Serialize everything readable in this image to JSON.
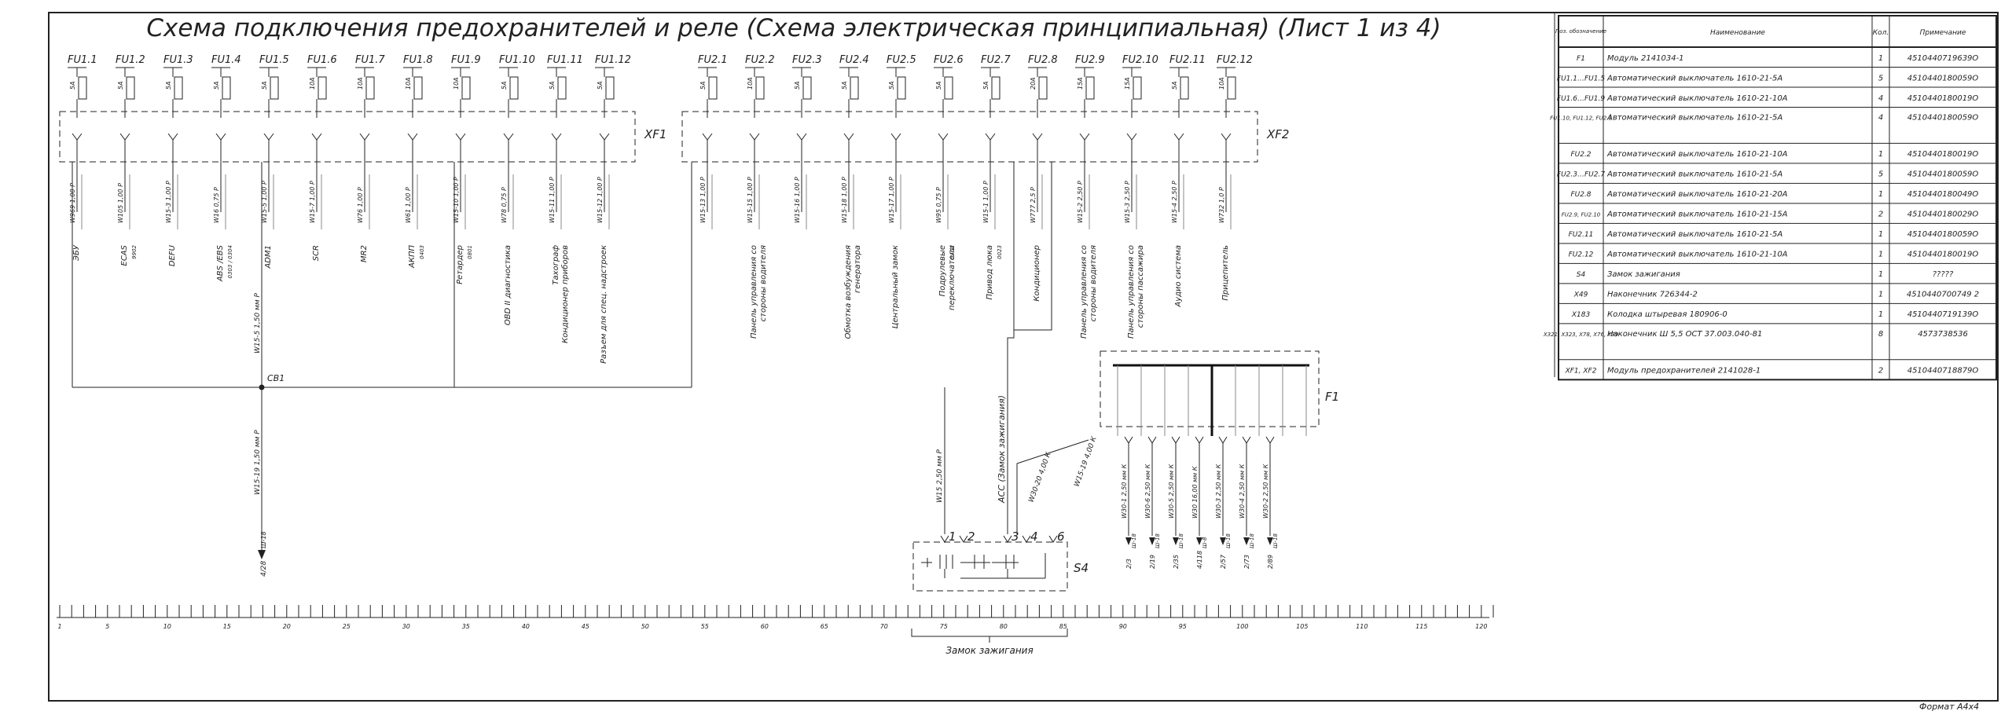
{
  "title": "Схема подключения предохранителей и реле (Схема электрическая принципиальная) (Лист 1 из 4)",
  "format_label": "Формат А4х4",
  "xf1_label": "XF1",
  "xf2_label": "XF2",
  "f1_label": "F1",
  "s4_label": "S4",
  "cb1_label": "CB1",
  "ignition_caption": "Замок зажигания",
  "acc_label": "ACC (Замок зажигания)",
  "xf1_fuses": [
    {
      "name": "FU1.1",
      "rating": "5А",
      "wire": "W969 1,00 Р",
      "load": "ЭБУ"
    },
    {
      "name": "FU1.2",
      "rating": "5А",
      "wire": "W105 1,00 Р",
      "load": "ECAS",
      "sub": "9902"
    },
    {
      "name": "FU1.3",
      "rating": "5А",
      "wire": "W15-3 1,00 Р",
      "load": "DEFU"
    },
    {
      "name": "FU1.4",
      "rating": "5А",
      "wire": "W16 0,75 Р",
      "load": "ABS /EBS",
      "sub": "0303 / 0304"
    },
    {
      "name": "FU1.5",
      "rating": "5А",
      "wire": "W15-5 1,00 Р",
      "load": "ADM1"
    },
    {
      "name": "FU1.6",
      "rating": "10А",
      "wire": "W15-7 1,00 Р",
      "load": "SCR"
    },
    {
      "name": "FU1.7",
      "rating": "10А",
      "wire": "W76 1,00 Р",
      "load": "MR2"
    },
    {
      "name": "FU1.8",
      "rating": "10А",
      "wire": "W61 1,00 Р",
      "load": "АКПП",
      "sub": "0403"
    },
    {
      "name": "FU1.9",
      "rating": "10А",
      "wire": "W15-10 1,00 Р",
      "load": "Ретардер",
      "sub": "0801"
    },
    {
      "name": "FU1.10",
      "rating": "5А",
      "wire": "W78 0,75 Р",
      "load": "OBD II диагностика"
    },
    {
      "name": "FU1.11",
      "rating": "5А",
      "wire": "W15-11 1,00 Р",
      "load": "Тахограф",
      "load2": "Кондиционер приборов"
    },
    {
      "name": "FU1.12",
      "rating": "5А",
      "wire": "W15-12 1,00 Р",
      "load": "Разъем для спец. надстроек"
    }
  ],
  "xf2_fuses": [
    {
      "name": "FU2.1",
      "rating": "5А",
      "wire": "W15-13 1,00 Р",
      "load": ""
    },
    {
      "name": "FU2.2",
      "rating": "10А",
      "wire": "W15-15 1,00 Р",
      "load": "Панель управления со",
      "load2": "стороны водителя"
    },
    {
      "name": "FU2.3",
      "rating": "5А",
      "wire": "W15-16 1,00 Р",
      "load": ""
    },
    {
      "name": "FU2.4",
      "rating": "5А",
      "wire": "W15-18 1,00 Р",
      "load": "Обмотка возбуждения",
      "load2": "генератора"
    },
    {
      "name": "FU2.5",
      "rating": "5А",
      "wire": "W15-17 1,00 Р",
      "load": "Центральный замок"
    },
    {
      "name": "FU2.6",
      "rating": "5А",
      "wire": "W95 0,75 Р",
      "load": "Подрулевые",
      "load2": "переключатели",
      "sub": "GA02"
    },
    {
      "name": "FU2.7",
      "rating": "5А",
      "wire": "W15-1 1,00 Р",
      "load": "Привод люка",
      "sub": "0023"
    },
    {
      "name": "FU2.8",
      "rating": "20А",
      "wire": "W777 2,5 Р",
      "load": "Кондиционер"
    },
    {
      "name": "FU2.9",
      "rating": "15А",
      "wire": "W15-2 2,50 Р",
      "load": "Панель управления со",
      "load2": "стороны водителя"
    },
    {
      "name": "FU2.10",
      "rating": "15А",
      "wire": "W15-3 2,50 Р",
      "load": "Панель управления со",
      "load2": "стороны пассажира"
    },
    {
      "name": "FU2.11",
      "rating": "5А",
      "wire": "W15-4 2,50 Р",
      "load": "Аудио система"
    },
    {
      "name": "FU2.12",
      "rating": "10А",
      "wire": "W732 1,0 Р",
      "load": "Прицепитель"
    }
  ],
  "misc_wires": {
    "left_drop": "W15-5 1,50 мм Р",
    "left_drop2": "W15-19 1,50 мм Р",
    "s4_feed": "W15 2,50 мм Р",
    "s4_acc": "W30-20 4,00 К",
    "f1_feed": "W15-19 4,00 К",
    "left_ref": "4/28",
    "left_ref_top": "Ш-18"
  },
  "f1_outputs": [
    {
      "wire": "W30-1 2,50 мм К",
      "ref": "2/3",
      "pin": "Ш-18"
    },
    {
      "wire": "W30-6 2,50 мм К",
      "ref": "2/19",
      "pin": "Ш-18"
    },
    {
      "wire": "W30-5 2,50 мм К",
      "ref": "2/35",
      "pin": "Ш-18"
    },
    {
      "wire": "W30 16,00 мм К",
      "ref": "4/118",
      "pin": "Ш-8"
    },
    {
      "wire": "W30-3 2,50 мм К",
      "ref": "2/57",
      "pin": "Ш-18"
    },
    {
      "wire": "W30-4 2,50 мм К",
      "ref": "2/73",
      "pin": "Ш-18"
    },
    {
      "wire": "W30-2 2,50 мм К",
      "ref": "2/89",
      "pin": "Ш-18"
    }
  ],
  "s4_pins": [
    "1",
    "2",
    "3",
    "4",
    "6"
  ],
  "ruler_labels": [
    "1",
    "5",
    "10",
    "15",
    "20",
    "25",
    "30",
    "35",
    "40",
    "45",
    "50",
    "55",
    "60",
    "65",
    "70",
    "75",
    "80",
    "85",
    "90",
    "95",
    "100",
    "105",
    "110",
    "115",
    "120"
  ],
  "table": {
    "headers": [
      "Поз. обозначение",
      "Наименование",
      "Кол.",
      "Примечание"
    ],
    "rows": [
      {
        "pos": "F1",
        "name": "Модуль 2141034-1",
        "qty": "1",
        "note": "4510440719639О"
      },
      {
        "pos": "FU1.1…FU1.5",
        "name": "Автоматический выключатель 1610-21-5А",
        "qty": "5",
        "note": "4510440180059О"
      },
      {
        "pos": "FU1.6…FU1.9",
        "name": "Автоматический выключатель 1610-21-10А",
        "qty": "4",
        "note": "4510440180019О"
      },
      {
        "pos": "FU1.10, FU1.12, FU2.1",
        "name": "Автоматический выключатель 1610-21-5А",
        "qty": "4",
        "note": "4510440180059О"
      },
      {
        "pos": "FU2.2",
        "name": "Автоматический выключатель 1610-21-10А",
        "qty": "1",
        "note": "4510440180019О"
      },
      {
        "pos": "FU2.3…FU2.7",
        "name": "Автоматический выключатель 1610-21-5А",
        "qty": "5",
        "note": "4510440180059О"
      },
      {
        "pos": "FU2.8",
        "name": "Автоматический выключатель 1610-21-20А",
        "qty": "1",
        "note": "4510440180049О"
      },
      {
        "pos": "FU2.9, FU2.10",
        "name": "Автоматический выключатель 1610-21-15А",
        "qty": "2",
        "note": "4510440180029О"
      },
      {
        "pos": "FU2.11",
        "name": "Автоматический выключатель 1610-21-5А",
        "qty": "1",
        "note": "4510440180059О"
      },
      {
        "pos": "FU2.12",
        "name": "Автоматический выключатель 1610-21-10А",
        "qty": "1",
        "note": "4510440180019О"
      },
      {
        "pos": "S4",
        "name": "Замок зажигания",
        "qty": "1",
        "note": "?????"
      },
      {
        "pos": "X49",
        "name": "Наконечник 726344-2",
        "qty": "1",
        "note": "4510440700749 2"
      },
      {
        "pos": "X183",
        "name": "Колодка штыревая 180906-0",
        "qty": "1",
        "note": "4510440719139О"
      },
      {
        "pos": "X321, X323, X78, X76, X79",
        "name": "Наконечник Ш 5,5 ОСТ 37.003.040-81",
        "qty": "8",
        "note": "4573738536"
      },
      {
        "pos": "XF1, XF2",
        "name": "Модуль предохранителей 2141028-1",
        "qty": "2",
        "note": "4510440718879О"
      }
    ]
  }
}
